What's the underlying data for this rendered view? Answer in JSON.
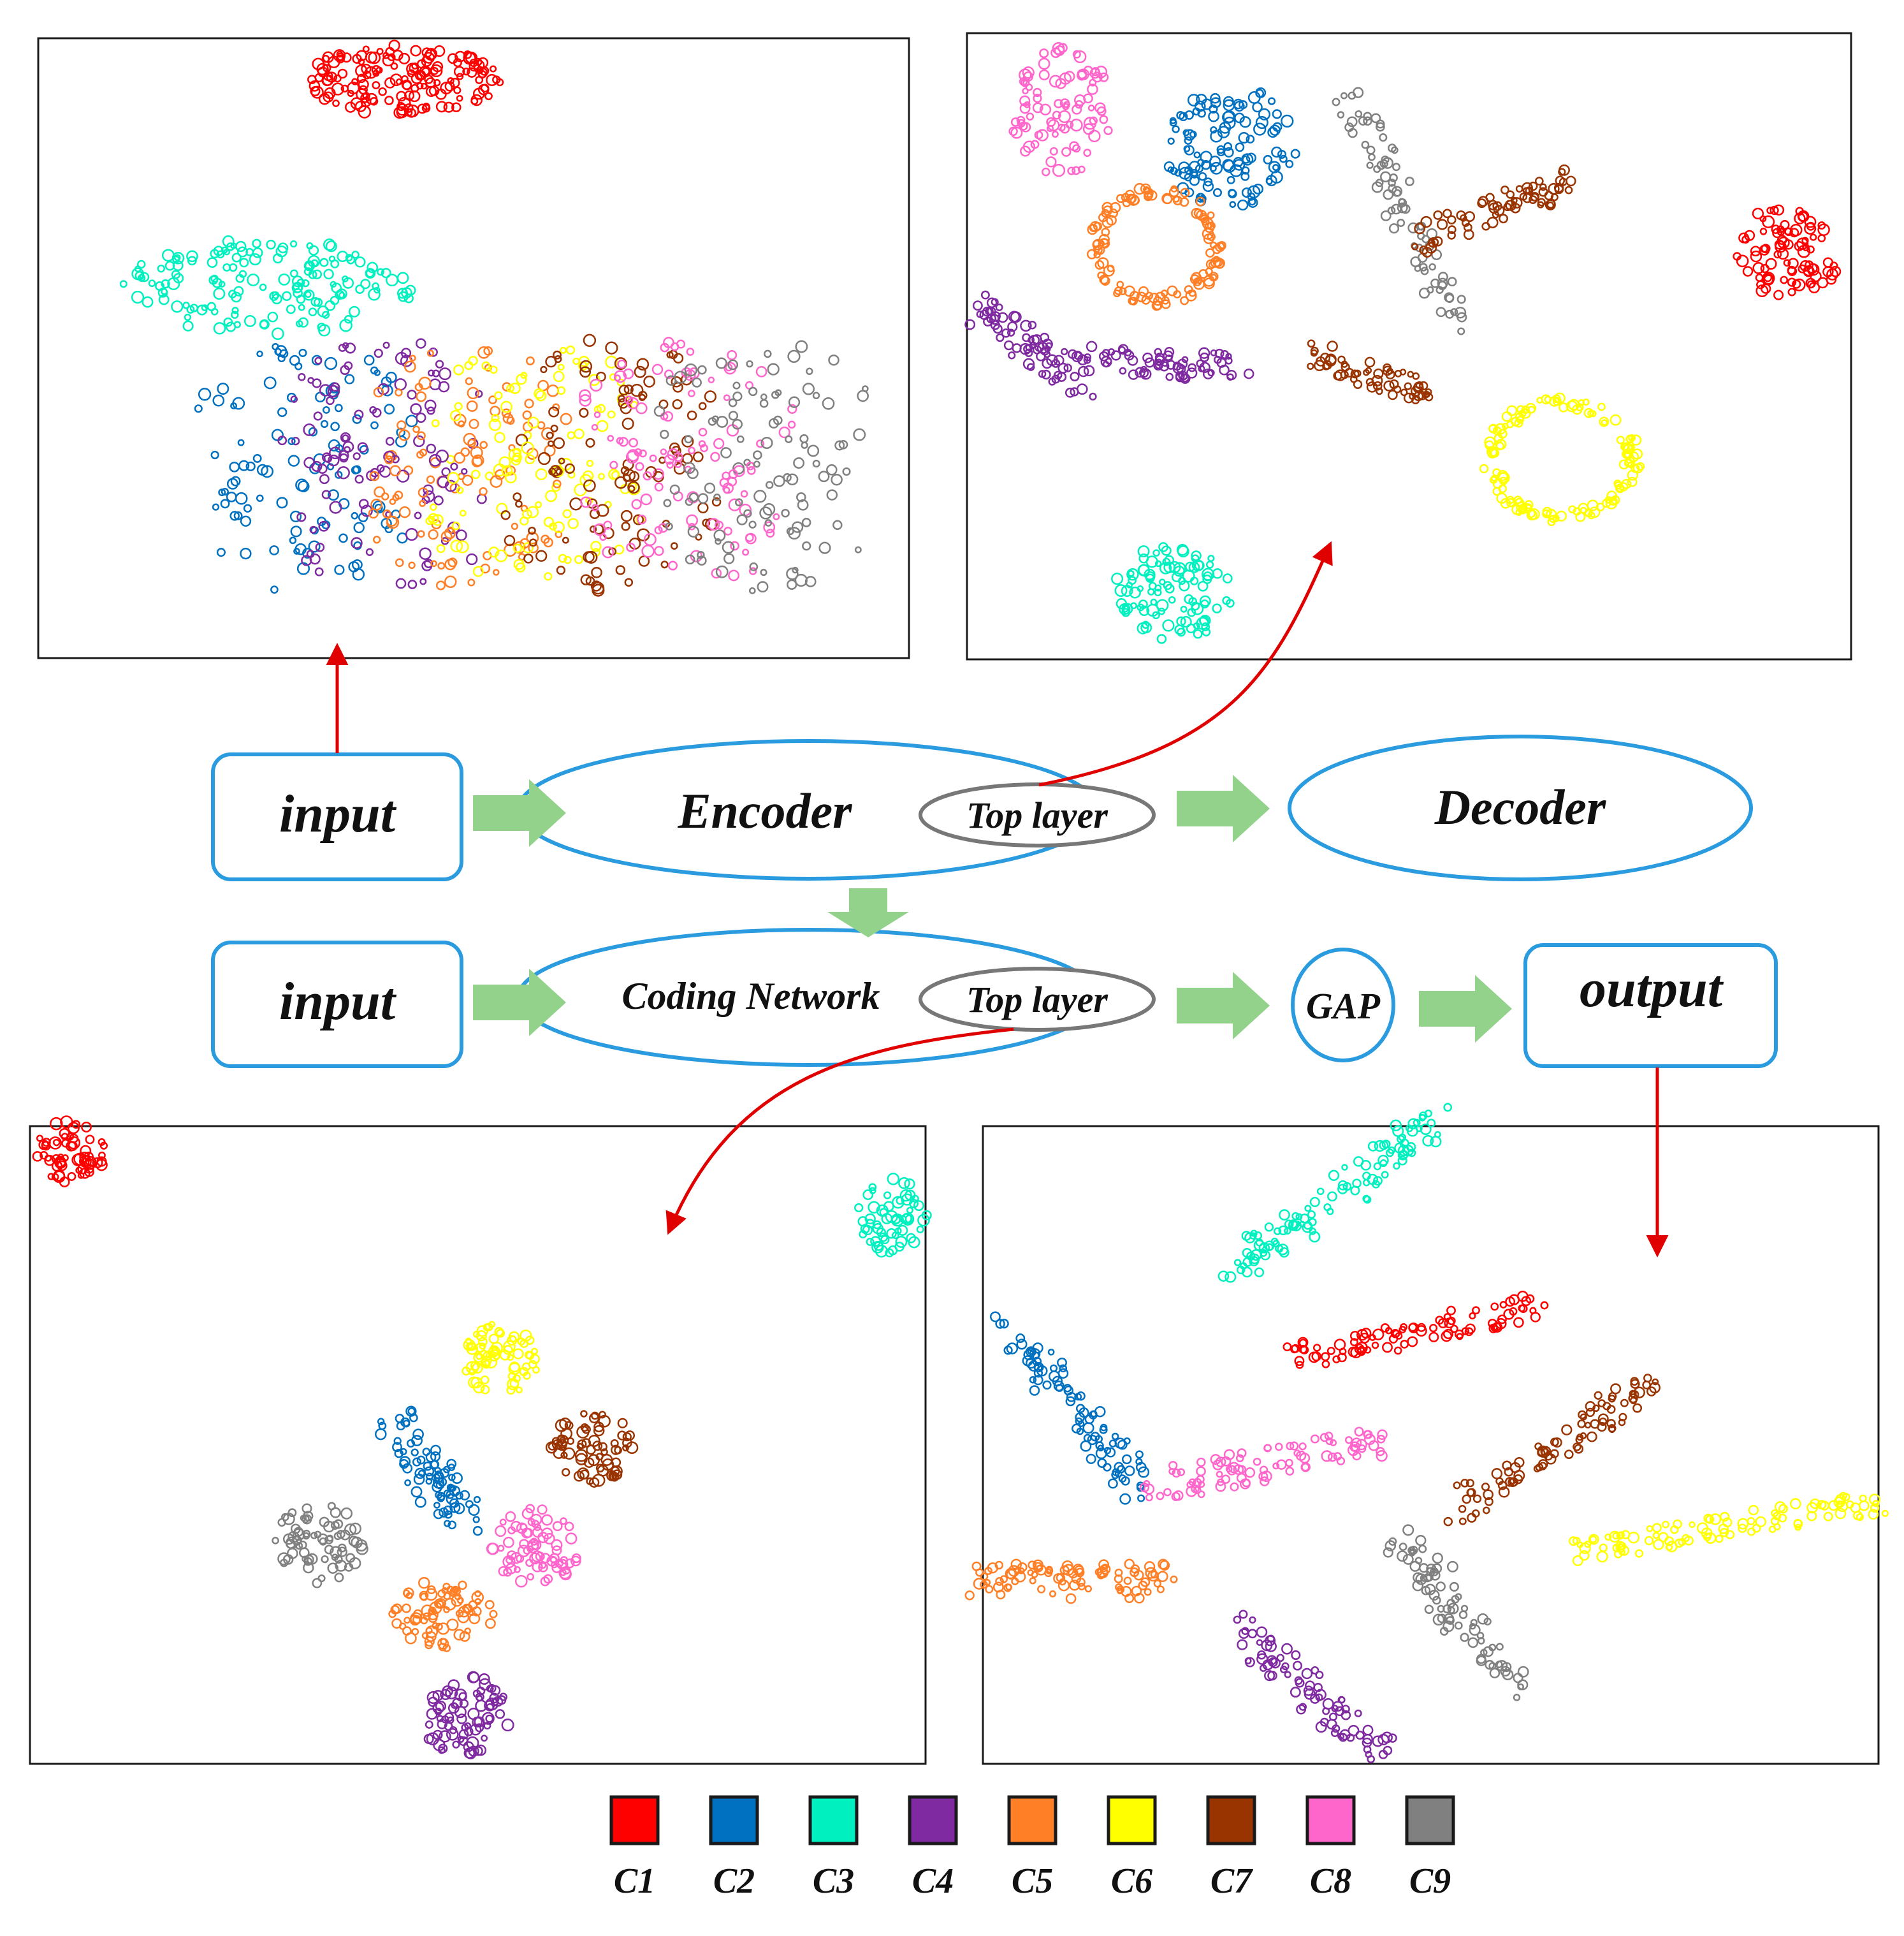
{
  "nodes": {
    "input_top": "input",
    "encoder": "Encoder",
    "encoder_top_layer": "Top layer",
    "decoder": "Decoder",
    "input_bottom": "input",
    "coding_network": "Coding Network",
    "coding_top_layer": "Top layer",
    "gap": "GAP",
    "output": "output"
  },
  "legend": [
    {
      "label": "C1",
      "color": "#ff0000"
    },
    {
      "label": "C2",
      "color": "#0070c0"
    },
    {
      "label": "C3",
      "color": "#00f0c0"
    },
    {
      "label": "C4",
      "color": "#7f2aa0"
    },
    {
      "label": "C5",
      "color": "#ff7f27"
    },
    {
      "label": "C6",
      "color": "#ffff00"
    },
    {
      "label": "C7",
      "color": "#993300"
    },
    {
      "label": "C8",
      "color": "#ff66cc"
    },
    {
      "label": "C9",
      "color": "#808080"
    }
  ],
  "colors": {
    "node_border": "#2b9be0",
    "sub_border": "#777777",
    "flow_arrow": "#92d28a",
    "link_arrow": "#e00000"
  }
}
